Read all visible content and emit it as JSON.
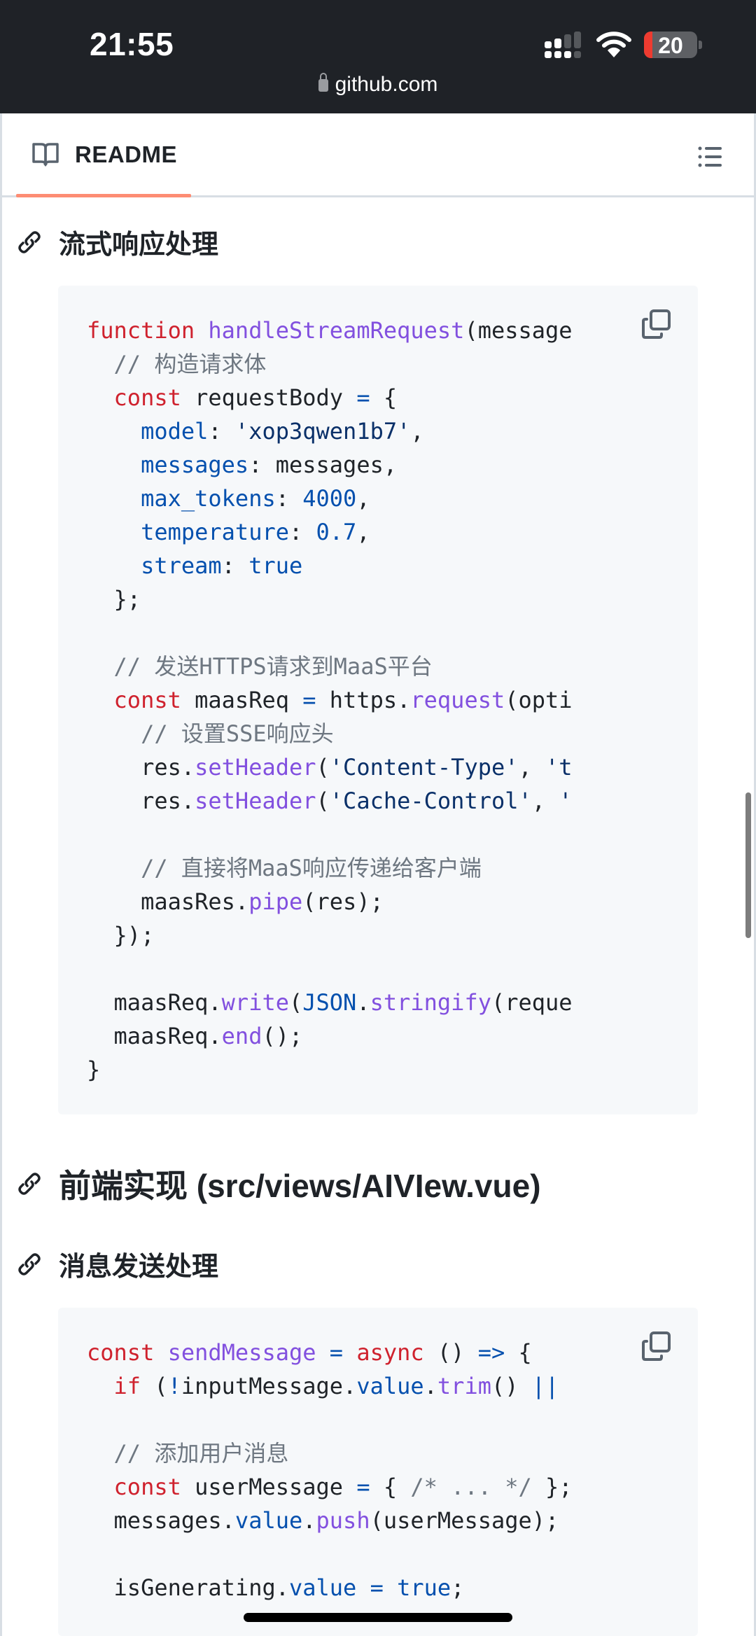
{
  "status_bar": {
    "time": "21:55",
    "url": "github.com",
    "battery_pct": "20",
    "colors": {
      "background": "#1f2227",
      "battery_low": "#ee3b30"
    }
  },
  "readme_header": {
    "tab_label": "README",
    "tab_icon": "book-icon",
    "toc_icon": "list-unordered-icon",
    "accent": "#fd8c73"
  },
  "sections": {
    "stream_heading": "流式响应处理",
    "frontend_heading": "前端实现 (src/views/AIVIew.vue)",
    "send_heading": "消息发送处理"
  },
  "code_block_1": {
    "copy_icon": "copy-icon",
    "lines": [
      [
        [
          "k",
          "function"
        ],
        [
          "",
          ""
        ],
        [
          "f",
          " handleStreamRequest"
        ],
        [
          "",
          "(message"
        ]
      ],
      [
        [
          "c",
          "  // 构造请求体"
        ]
      ],
      [
        [
          "k",
          "  const"
        ],
        [
          "",
          " requestBody "
        ],
        [
          "p",
          "="
        ],
        [
          "",
          " {"
        ]
      ],
      [
        [
          "p",
          "    model"
        ],
        [
          "",
          ": "
        ],
        [
          "s",
          "'xop3qwen1b7'"
        ],
        [
          "",
          ","
        ]
      ],
      [
        [
          "p",
          "    messages"
        ],
        [
          "",
          ": messages,"
        ]
      ],
      [
        [
          "p",
          "    max_tokens"
        ],
        [
          "",
          ": "
        ],
        [
          "p",
          "4000"
        ],
        [
          "",
          ","
        ]
      ],
      [
        [
          "p",
          "    temperature"
        ],
        [
          "",
          ": "
        ],
        [
          "p",
          "0.7"
        ],
        [
          "",
          ","
        ]
      ],
      [
        [
          "p",
          "    stream"
        ],
        [
          "",
          ": "
        ],
        [
          "p",
          "true"
        ]
      ],
      [
        [
          "",
          "  };"
        ]
      ],
      [
        [
          "",
          ""
        ]
      ],
      [
        [
          "c",
          "  // 发送HTTPS请求到MaaS平台"
        ]
      ],
      [
        [
          "k",
          "  const"
        ],
        [
          "",
          " maasReq "
        ],
        [
          "p",
          "="
        ],
        [
          "",
          " https."
        ],
        [
          "f",
          "request"
        ],
        [
          "",
          "(opti"
        ]
      ],
      [
        [
          "c",
          "    // 设置SSE响应头"
        ]
      ],
      [
        [
          "",
          "    res."
        ],
        [
          "f",
          "setHeader"
        ],
        [
          "",
          "("
        ],
        [
          "s",
          "'Content-Type'"
        ],
        [
          "",
          ", "
        ],
        [
          "s",
          "'t"
        ]
      ],
      [
        [
          "",
          "    res."
        ],
        [
          "f",
          "setHeader"
        ],
        [
          "",
          "("
        ],
        [
          "s",
          "'Cache-Control'"
        ],
        [
          "",
          ", "
        ],
        [
          "s",
          "'"
        ]
      ],
      [
        [
          "",
          ""
        ]
      ],
      [
        [
          "c",
          "    // 直接将MaaS响应传递给客户端"
        ]
      ],
      [
        [
          "",
          "    maasRes."
        ],
        [
          "f",
          "pipe"
        ],
        [
          "",
          "(res);"
        ]
      ],
      [
        [
          "",
          "  });"
        ]
      ],
      [
        [
          "",
          ""
        ]
      ],
      [
        [
          "",
          "  maasReq."
        ],
        [
          "f",
          "write"
        ],
        [
          "",
          "("
        ],
        [
          "p",
          "JSON"
        ],
        [
          "",
          "."
        ],
        [
          "f",
          "stringify"
        ],
        [
          "",
          "(reque"
        ]
      ],
      [
        [
          "",
          "  maasReq."
        ],
        [
          "f",
          "end"
        ],
        [
          "",
          "();"
        ]
      ],
      [
        [
          "",
          "}"
        ]
      ]
    ]
  },
  "code_block_2": {
    "copy_icon": "copy-icon",
    "lines": [
      [
        [
          "k",
          "const"
        ],
        [
          "f",
          " sendMessage"
        ],
        [
          "p",
          " ="
        ],
        [
          "k",
          " async"
        ],
        [
          "",
          " () "
        ],
        [
          "p",
          "=>"
        ],
        [
          "",
          " {"
        ]
      ],
      [
        [
          "k",
          "  if"
        ],
        [
          "",
          " ("
        ],
        [
          "p",
          "!"
        ],
        [
          "",
          "inputMessage."
        ],
        [
          "p",
          "value"
        ],
        [
          "",
          "."
        ],
        [
          "f",
          "trim"
        ],
        [
          "",
          "() "
        ],
        [
          "p",
          "||"
        ]
      ],
      [
        [
          "",
          ""
        ]
      ],
      [
        [
          "c",
          "  // 添加用户消息"
        ]
      ],
      [
        [
          "k",
          "  const"
        ],
        [
          "",
          " userMessage "
        ],
        [
          "p",
          "="
        ],
        [
          "",
          " { "
        ],
        [
          "c",
          "/* ... */"
        ],
        [
          "",
          " };"
        ]
      ],
      [
        [
          "",
          "  messages."
        ],
        [
          "p",
          "value"
        ],
        [
          "",
          "."
        ],
        [
          "f",
          "push"
        ],
        [
          "",
          "(userMessage);"
        ]
      ],
      [
        [
          "",
          ""
        ]
      ],
      [
        [
          "",
          "  isGenerating."
        ],
        [
          "p",
          "value"
        ],
        [
          "p",
          " ="
        ],
        [
          "p",
          " true"
        ],
        [
          "",
          ";"
        ]
      ]
    ]
  },
  "syntax_colors": {
    "keyword": "#cf222e",
    "function": "#8250df",
    "property": "#0550ae",
    "string": "#0a3069",
    "comment": "#6e7781",
    "code_bg": "#f6f8fa"
  }
}
